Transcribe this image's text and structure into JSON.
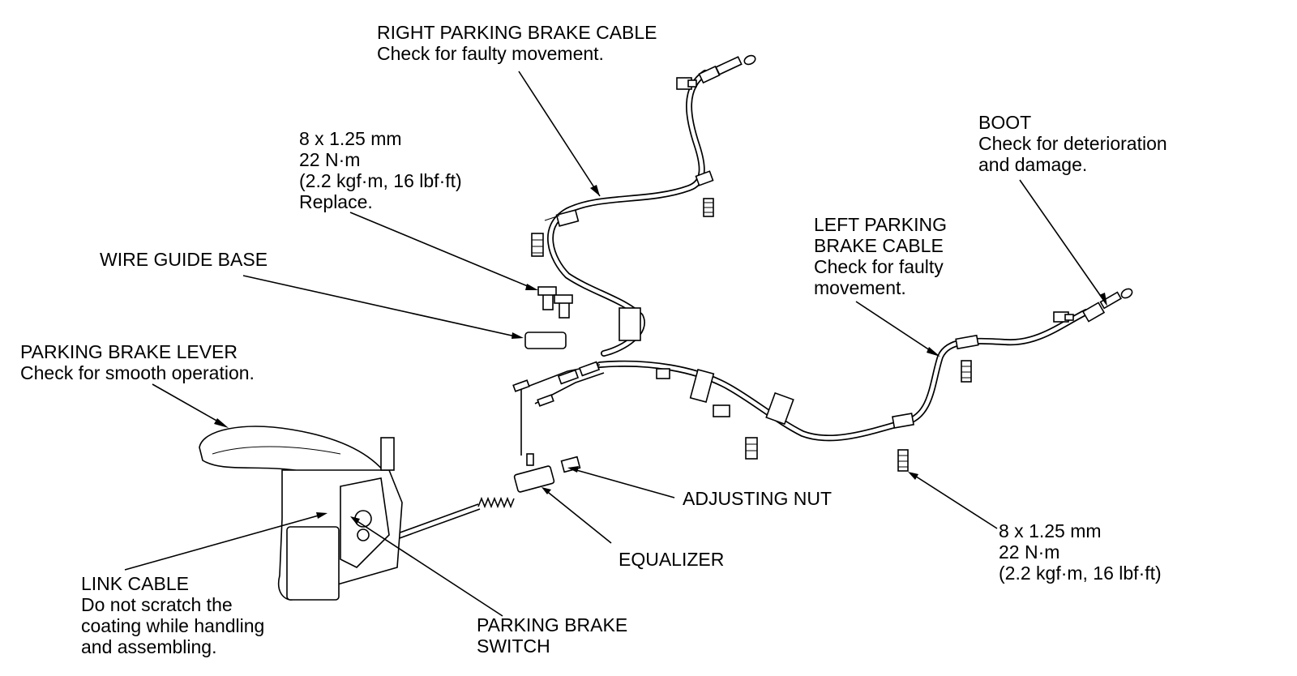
{
  "labels": {
    "right_cable": {
      "line1": "RIGHT PARKING BRAKE CABLE",
      "line2": "Check for faulty movement."
    },
    "bolt_top": {
      "line1": "8 x 1.25 mm",
      "line2": "22 N·m",
      "line3": "(2.2 kgf·m, 16 lbf·ft)",
      "line4": "Replace."
    },
    "wire_guide": {
      "line1": "WIRE GUIDE BASE"
    },
    "lever": {
      "line1": "PARKING BRAKE LEVER",
      "line2": "Check for smooth operation."
    },
    "boot": {
      "line1": "BOOT",
      "line2": "Check for deterioration",
      "line3": "and damage."
    },
    "left_cable": {
      "line1": "LEFT PARKING",
      "line2": "BRAKE CABLE",
      "line3": "Check for faulty",
      "line4": "movement."
    },
    "adjusting_nut": {
      "line1": "ADJUSTING NUT"
    },
    "equalizer": {
      "line1": "EQUALIZER"
    },
    "bolt_bottom": {
      "line1": "8 x 1.25 mm",
      "line2": "22 N·m",
      "line3": "(2.2 kgf·m, 16 lbf·ft)"
    },
    "link_cable": {
      "line1": "LINK CABLE",
      "line2": "Do not scratch the",
      "line3": "coating while handling",
      "line4": "and assembling."
    },
    "switch": {
      "line1": "PARKING BRAKE",
      "line2": "SWITCH"
    }
  }
}
